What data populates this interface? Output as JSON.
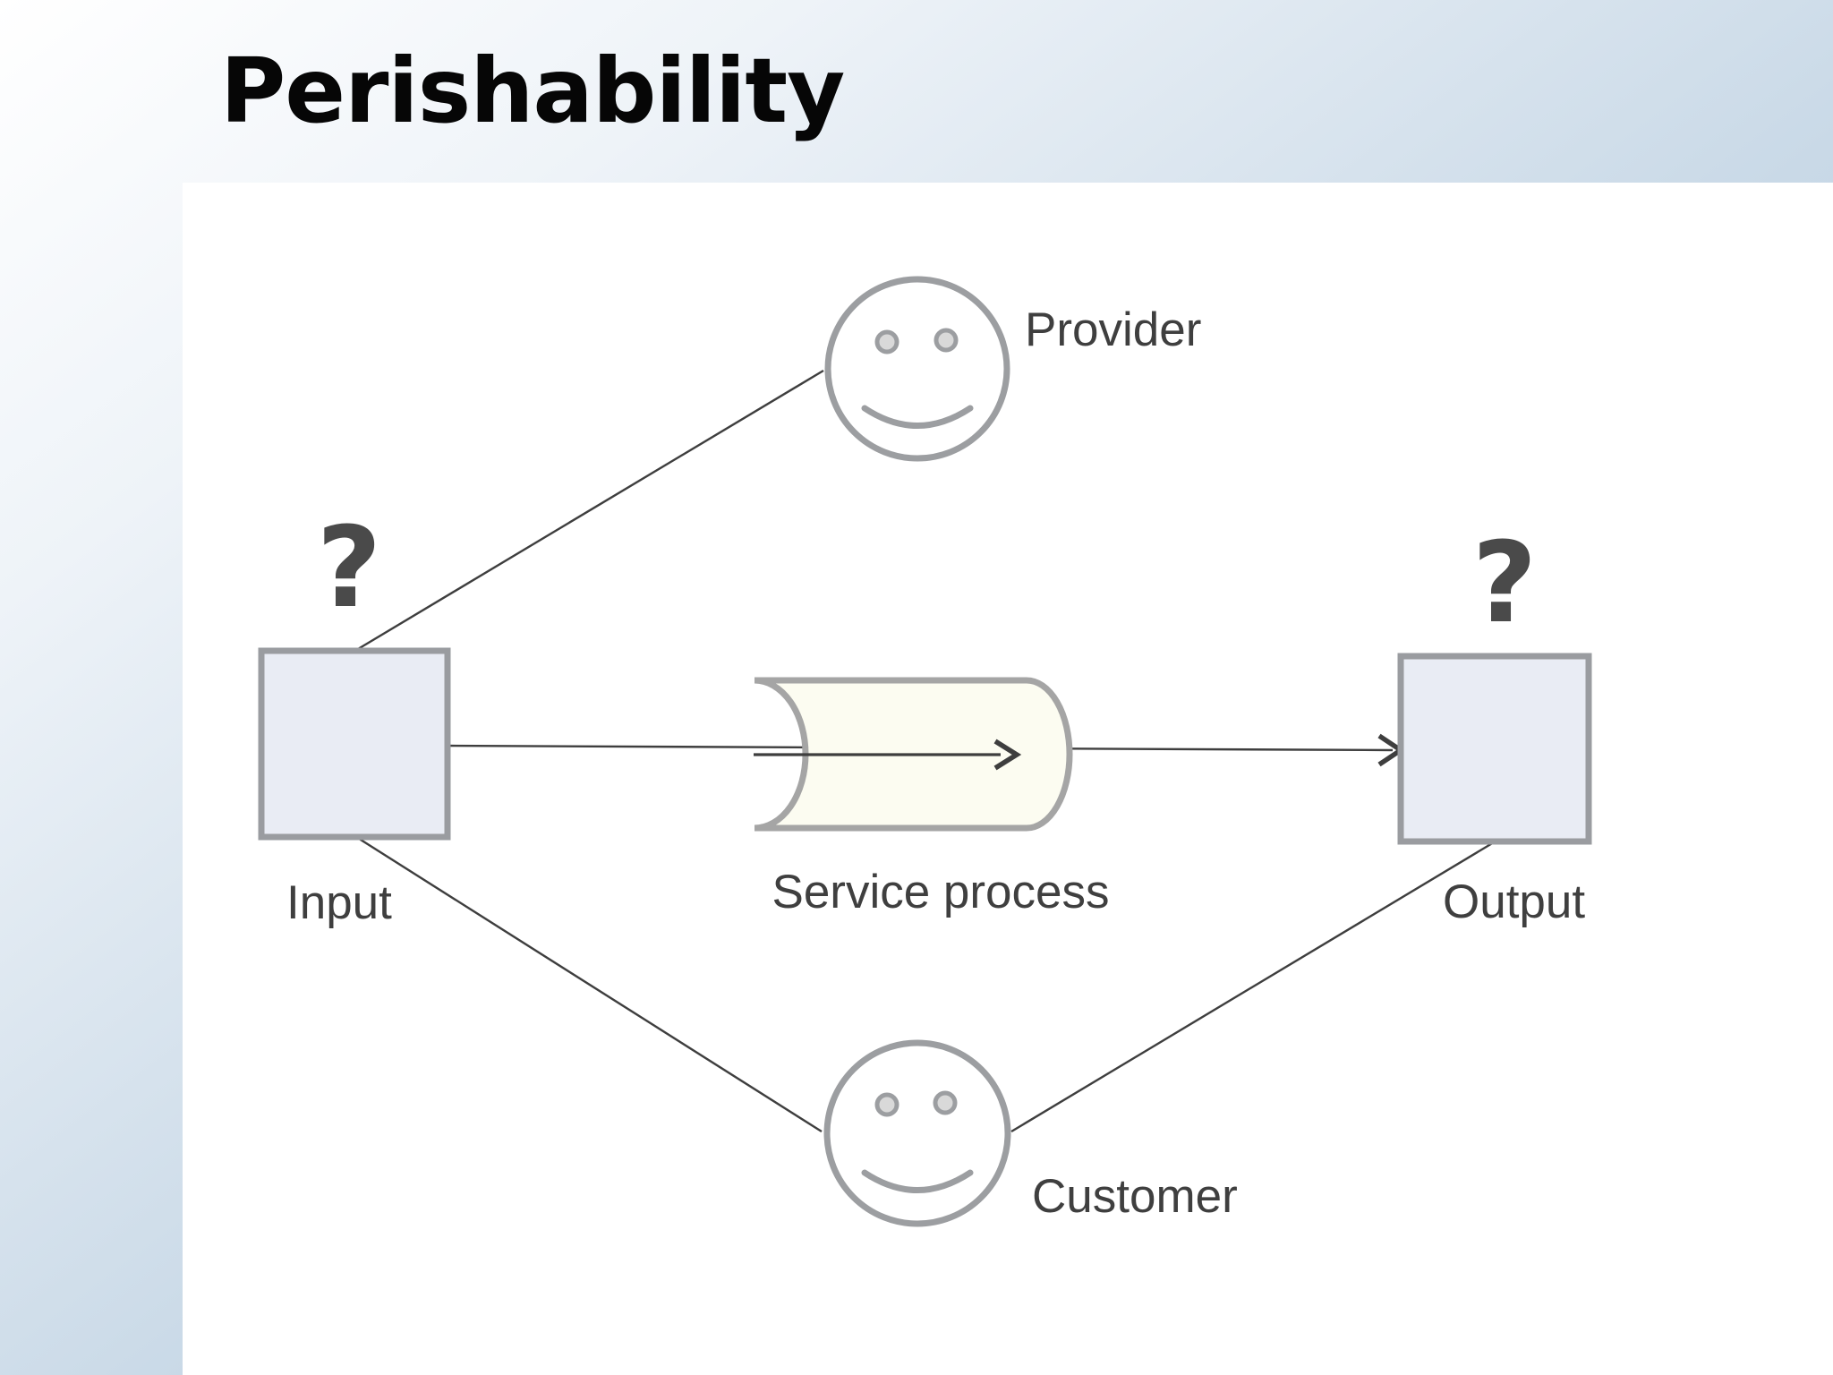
{
  "slide": {
    "title": "Perishability"
  },
  "diagram": {
    "provider": {
      "label": "Provider"
    },
    "customer": {
      "label": "Customer"
    },
    "input": {
      "label": "Input",
      "unknown_mark": "?"
    },
    "output": {
      "label": "Output",
      "unknown_mark": "?"
    },
    "process": {
      "label": "Service process"
    }
  },
  "colors": {
    "title_text": "#060606",
    "label_text": "#3f3f3f",
    "question_mark": "#4a4a4a",
    "connector": "#3e3e3e",
    "node_fill": "#e9ecf4",
    "node_border": "#9a9ca0",
    "face_stroke": "#9c9ea1",
    "eye_fill": "#d9d9d9",
    "process_fill": "#fcfcf1",
    "process_border": "#a5a5a5",
    "content_bg": "#ffffff",
    "bg_white": "#ffffff",
    "bg_blue_mid": "#c9d9e7",
    "bg_blue_deep": "#b6cbdd"
  }
}
